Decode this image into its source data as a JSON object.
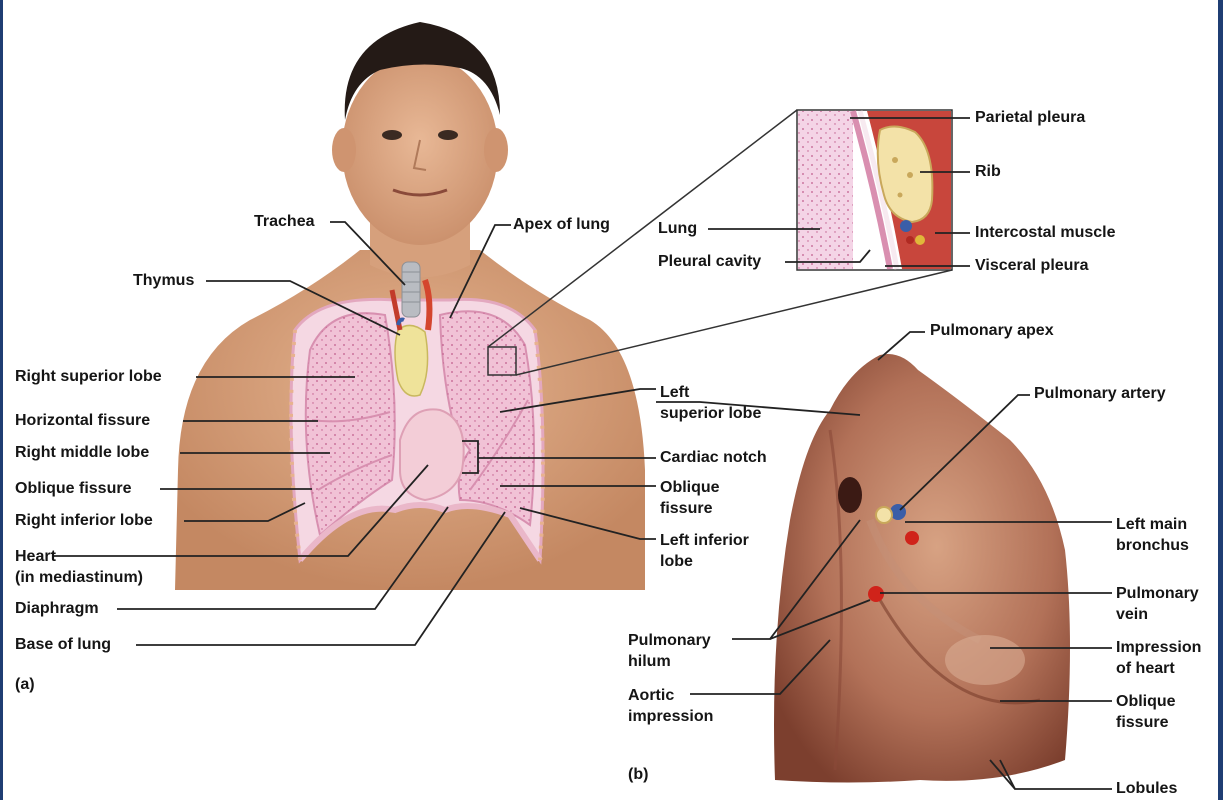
{
  "panel_a": {
    "tag": "(a)",
    "labels": {
      "trachea": "Trachea",
      "apex_of_lung": "Apex of lung",
      "thymus": "Thymus",
      "right_superior_lobe": "Right superior lobe",
      "horizontal_fissure": "Horizontal fissure",
      "right_middle_lobe": "Right middle lobe",
      "oblique_fissure_right": "Oblique fissure",
      "right_inferior_lobe": "Right inferior lobe",
      "heart": "Heart\n(in mediastinum)",
      "diaphragm": "Diaphragm",
      "base_of_lung": "Base of lung",
      "left_superior_lobe": "Left\nsuperior lobe",
      "cardiac_notch": "Cardiac notch",
      "oblique_fissure_left": "Oblique\nfissure",
      "left_inferior_lobe": "Left inferior\nlobe"
    }
  },
  "inset": {
    "labels": {
      "parietal_pleura": "Parietal pleura",
      "rib": "Rib",
      "intercostal_muscle": "Intercostal muscle",
      "visceral_pleura": "Visceral pleura",
      "lung": "Lung",
      "pleural_cavity": "Pleural cavity"
    }
  },
  "panel_b": {
    "tag": "(b)",
    "labels": {
      "pulmonary_apex": "Pulmonary apex",
      "pulmonary_artery": "Pulmonary artery",
      "left_main_bronchus": "Left main\nbronchus",
      "pulmonary_vein": "Pulmonary\nvein",
      "impression_of_heart": "Impression\nof heart",
      "oblique_fissure": "Oblique\nfissure",
      "lobules": "Lobules",
      "pulmonary_hilum": "Pulmonary\nhilum",
      "aortic_impression": "Aortic\nimpression"
    }
  },
  "colors": {
    "frame": "#1f3d73",
    "lung_pink": "#f3c6d8",
    "skin": "#d9a27e",
    "specimen": "#b06a4e",
    "leader_line": "#222222"
  }
}
